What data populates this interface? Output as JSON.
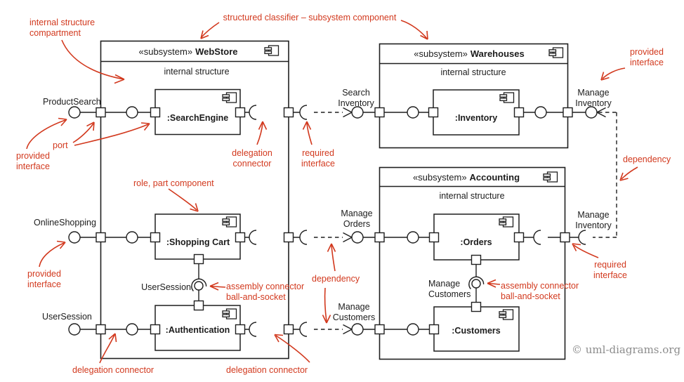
{
  "diagram_title": "UML component diagram - subsystems with internal structure",
  "colors": {
    "line": "#1f1f1f",
    "annotation": "#d2391e",
    "copyright_gray": "#8c8c8c",
    "background": "#ffffff"
  },
  "subsystems": {
    "webstore": {
      "stereotype": "«subsystem»",
      "name": "WebStore",
      "compartment": "internal structure"
    },
    "warehouses": {
      "stereotype": "«subsystem»",
      "name": "Warehouses",
      "compartment": "internal structure"
    },
    "accounting": {
      "stereotype": "«subsystem»",
      "name": "Accounting",
      "compartment": "internal structure"
    }
  },
  "parts": {
    "search_engine": ":SearchEngine",
    "shopping_cart": ":Shopping Cart",
    "authentication": ":Authentication",
    "inventory": ":Inventory",
    "orders": ":Orders",
    "customers": ":Customers"
  },
  "interfaces": {
    "product_search": "ProductSearch",
    "online_shopping": "OnlineShopping",
    "user_session": "UserSession",
    "user_session_assembly": "UserSession",
    "search_inventory": {
      "line1": "Search",
      "line2": "Inventory"
    },
    "manage_orders": {
      "line1": "Manage",
      "line2": "Orders"
    },
    "manage_customers": {
      "line1": "Manage",
      "line2": "Customers"
    },
    "manage_inventory_top": {
      "line1": "Manage",
      "line2": "Inventory"
    },
    "manage_inventory_right": {
      "line1": "Manage",
      "line2": "Inventory"
    },
    "manage_customers_assembly": {
      "line1": "Manage",
      "line2": "Customers"
    }
  },
  "annotations": {
    "internal_structure_compartment": {
      "line1": "internal structure",
      "line2": "compartment"
    },
    "structured_classifier": "structured classifier – subsystem component",
    "port": "port",
    "provided_interface_top_left": {
      "line1": "provided",
      "line2": "interface"
    },
    "delegation_connector_mid": {
      "line1": "delegation",
      "line2": "connector"
    },
    "required_interface_mid": {
      "line1": "required",
      "line2": "interface"
    },
    "role_part_component": "role, part component",
    "provided_interface_left": {
      "line1": "provided",
      "line2": "interface"
    },
    "assembly_connector_left": {
      "line1": "assembly connector",
      "line2": "ball-and-socket"
    },
    "delegation_connector_bottom_left": "delegation connector",
    "delegation_connector_bottom_mid": "delegation connector",
    "dependency_mid": "dependency",
    "provided_interface_right": {
      "line1": "provided",
      "line2": "interface"
    },
    "dependency_right": "dependency",
    "required_interface_right": {
      "line1": "required",
      "line2": "interface"
    },
    "assembly_connector_right": {
      "line1": "assembly connector",
      "line2": "ball-and-socket"
    }
  },
  "copyright": "© uml-diagrams.org"
}
